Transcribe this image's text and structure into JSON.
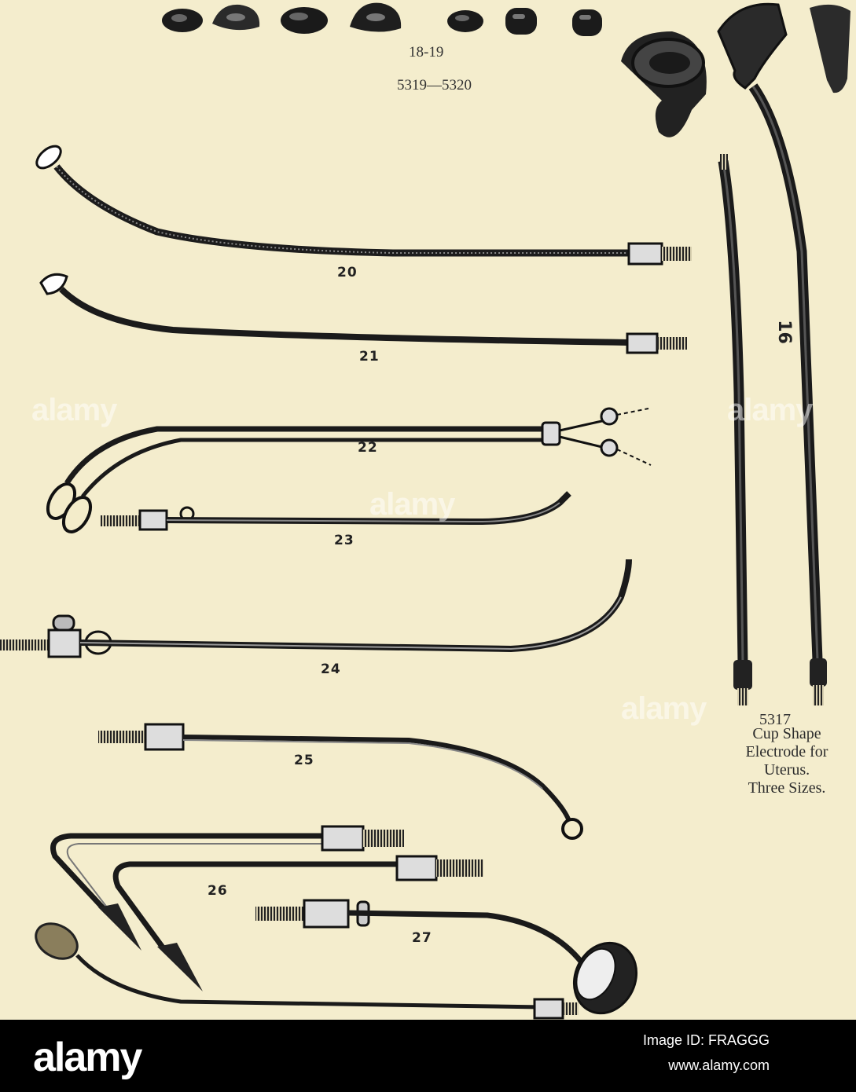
{
  "captions": {
    "top_range": "18-19",
    "top_catalog": "5319—5320",
    "side_code": "5317",
    "side_lines": [
      "Cup Shape",
      "Electrode for",
      "Uterus.",
      "Three Sizes."
    ]
  },
  "figure_numbers": {
    "n16": "16",
    "n20": "20",
    "n21": "21",
    "n22": "22",
    "n23": "23",
    "n24": "24",
    "n25": "25",
    "n26": "26",
    "n27": "27"
  },
  "watermark": {
    "text": "alamy"
  },
  "footer": {
    "logo": "alamy",
    "image_id": "Image ID: FRAGGG",
    "url": "www.alamy.com"
  },
  "colors": {
    "paper": "#f4edcd",
    "ink": "#1a1a1a",
    "footer_bg": "#000000"
  }
}
